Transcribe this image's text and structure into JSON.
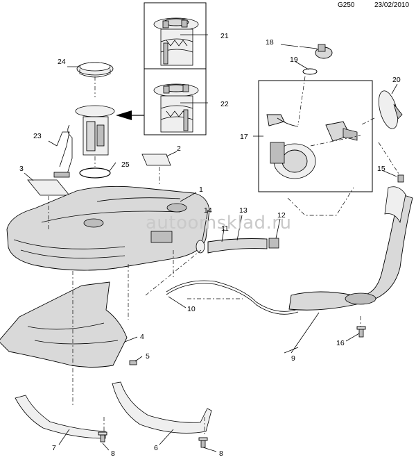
{
  "header": {
    "code": "G250",
    "date": "23/02/2010"
  },
  "watermark": "autoomsklad.ru",
  "callouts": [
    "1",
    "2",
    "3",
    "4",
    "5",
    "6",
    "7",
    "8",
    "8",
    "9",
    "10",
    "11",
    "12",
    "13",
    "14",
    "15",
    "16",
    "17",
    "18",
    "19",
    "20",
    "21",
    "22",
    "23",
    "24",
    "25"
  ]
}
